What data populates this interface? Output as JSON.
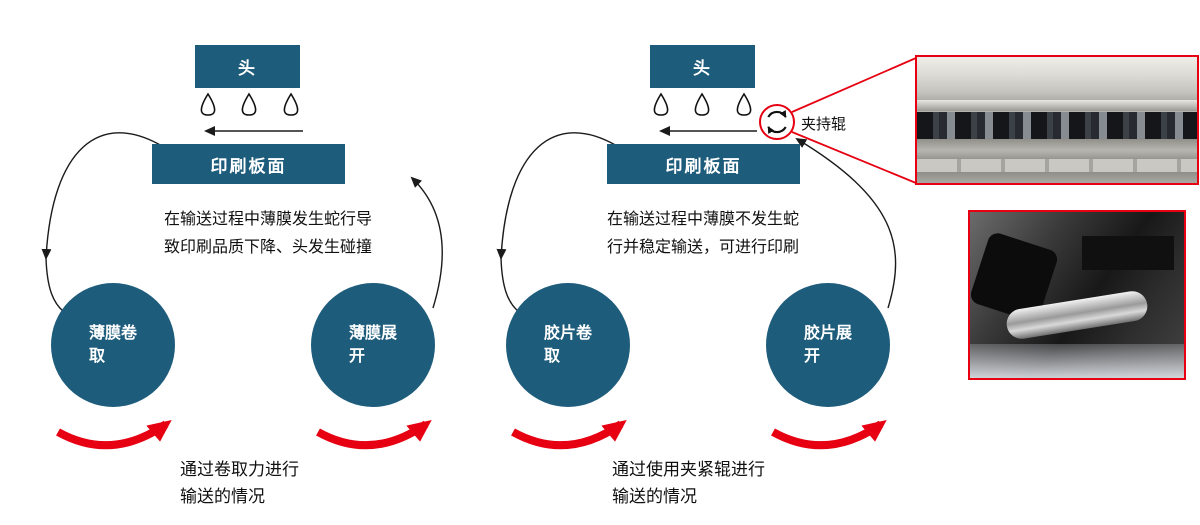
{
  "colors": {
    "panel_teal": "#1e5c7c",
    "accent_red": "#e60012",
    "line_black": "#1b1b1b"
  },
  "icons": {
    "droplet": "ink-droplet",
    "pinch_roller": "pinch-roller-rotation",
    "flow_arrow": "leftward-direction-arrow",
    "rotation_arrow": "red-rotation-arrow",
    "film_path": "film-transport-curve"
  },
  "left": {
    "head": "头",
    "plate": "印刷板面",
    "desc1": "在输送过程中薄膜发生蛇行导",
    "desc2": "致印刷品质下降、头发生碰撞",
    "takeup1": "薄膜卷",
    "takeup2": "取",
    "unwind1": "薄膜展",
    "unwind2": "开",
    "caption1": "通过卷取力进行",
    "caption2": "输送的情况"
  },
  "right": {
    "head": "头",
    "plate": "印刷板面",
    "roller_label": "夹持辊",
    "desc1": "在输送过程中薄膜不发生蛇",
    "desc2": "行并稳定输送，可进行印刷",
    "takeup1": "胶片卷",
    "takeup2": "取",
    "unwind1": "胶片展",
    "unwind2": "开",
    "caption1": "通过使用夹紧辊进行",
    "caption2": "输送的情况"
  }
}
